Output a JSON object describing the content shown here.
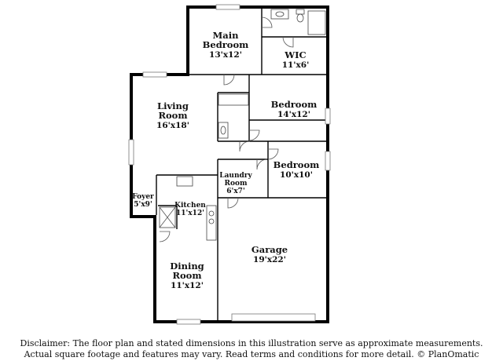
{
  "rooms": {
    "main_bedroom": {
      "name_line1": "Main",
      "name_line2": "Bedroom",
      "size": "13'x12'"
    },
    "wic": {
      "name": "WIC",
      "size": "11'x6'"
    },
    "living_room": {
      "name_line1": "Living",
      "name_line2": "Room",
      "size": "16'x18'"
    },
    "bedroom_1": {
      "name": "Bedroom",
      "size": "14'x12'"
    },
    "bedroom_2": {
      "name": "Bedroom",
      "size": "10'x10'"
    },
    "laundry": {
      "name_line1": "Laundry",
      "name_line2": "Room",
      "size": "6'x7'"
    },
    "foyer": {
      "name": "Foyer",
      "size": "5'x9'"
    },
    "kitchen": {
      "name": "Kitchen",
      "size": "11'x12'"
    },
    "dining": {
      "name_line1": "Dining",
      "name_line2": "Room",
      "size": "11'x12'"
    },
    "garage": {
      "name": "Garage",
      "size": "19'x22'"
    }
  },
  "disclaimer": {
    "line1": "Disclaimer: The floor plan and stated dimensions in this illustration serve as approximate measurements.",
    "line2": "Actual square footage and features may vary. Read terms and conditions for more detail. © PlanOmatic"
  }
}
